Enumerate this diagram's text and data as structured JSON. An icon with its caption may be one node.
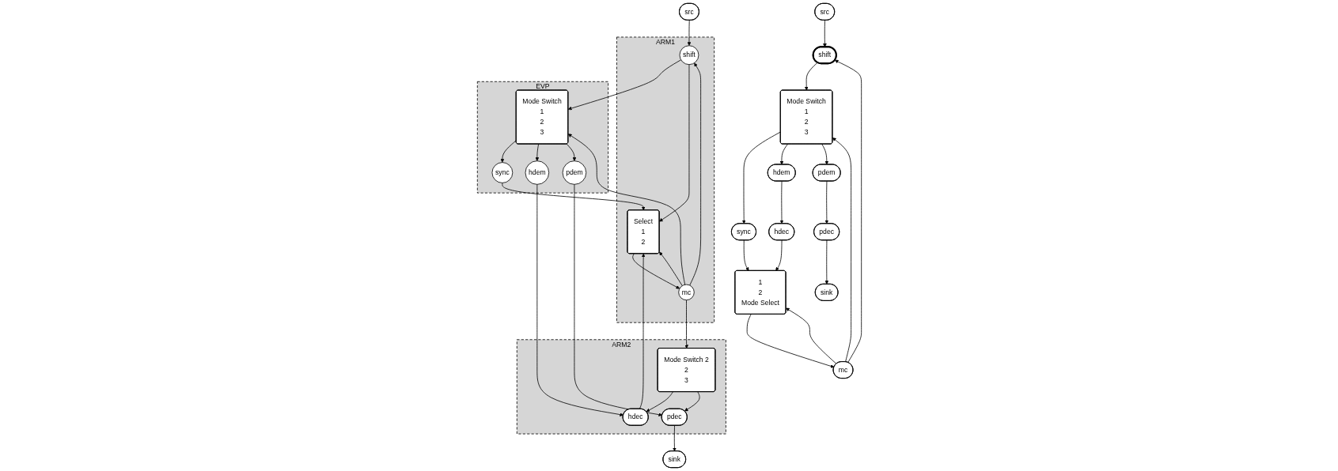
{
  "diagram": {
    "nodes": [
      {
        "text": [
          "shift"
        ]
      },
      {
        "text": [
          "src"
        ]
      },
      {
        "text": [
          "mc"
        ]
      },
      {
        "text": [
          "Mode Switch",
          "1",
          "2",
          "3"
        ]
      },
      {
        "text": [
          "sync"
        ]
      },
      {
        "text": [
          "hdem"
        ]
      },
      {
        "text": [
          "pdem"
        ]
      },
      {
        "text": [
          "hdec"
        ]
      },
      {
        "text": [
          "pdec"
        ]
      },
      {
        "text": [
          "1",
          "2",
          "Mode Select"
        ]
      },
      {
        "text": [
          "sink"
        ]
      },
      {
        "text": [
          "src"
        ]
      },
      {
        "text": [
          "ARM1"
        ]
      },
      {
        "text": [
          "mc"
        ],
        "in": 12
      },
      {
        "text": [
          "shift"
        ],
        "in": 12
      },
      {
        "text": [
          "Select",
          "1",
          "2"
        ],
        "in": 12
      },
      {
        "text": [
          "EVP"
        ]
      },
      {
        "text": [
          "Mode Switch",
          "1",
          "2",
          "3"
        ],
        "in": 16
      },
      {
        "text": [
          "sync"
        ],
        "in": 16
      },
      {
        "text": [
          "hdem"
        ],
        "in": 16
      },
      {
        "text": [
          "pdem"
        ],
        "in": 16
      },
      {
        "text": [
          "ARM2"
        ]
      },
      {
        "text": [
          "Mode Switch 2",
          "2",
          "3"
        ],
        "in": 21
      },
      {
        "text": [
          "hdec"
        ],
        "in": 21
      },
      {
        "text": [
          "pdec"
        ],
        "in": 21
      },
      {
        "text": [
          "sink"
        ]
      }
    ],
    "edges": [
      {
        "from": 1,
        "to": 0,
        "arrow": "to"
      },
      {
        "from": 2,
        "to": 0,
        "arrow": "to"
      },
      {
        "from": 0,
        "to": 3,
        "arrow": "to"
      },
      {
        "from": 2,
        "to": 3,
        "arrow": "to"
      },
      {
        "from": 2,
        "to": 9,
        "arrow": "to"
      },
      {
        "from": 3,
        "to": 4,
        "arrow": "to"
      },
      {
        "from": 3,
        "to": 5,
        "arrow": "to"
      },
      {
        "from": 3,
        "to": 6,
        "arrow": "to"
      },
      {
        "from": 4,
        "to": 9,
        "arrow": "to"
      },
      {
        "from": 5,
        "to": 7,
        "arrow": "to"
      },
      {
        "from": 7,
        "to": 9,
        "arrow": "to"
      },
      {
        "from": 6,
        "to": 8,
        "arrow": "to"
      },
      {
        "from": 8,
        "to": 10,
        "arrow": "to"
      },
      {
        "from": 9,
        "to": 2,
        "arrow": "to"
      },
      {
        "from": 11,
        "to": 14,
        "arrow": "to"
      },
      {
        "from": 13,
        "to": 14,
        "arrow": "to"
      },
      {
        "from": 13,
        "to": 17,
        "arrow": "to"
      },
      {
        "from": 13,
        "to": 22,
        "arrow": "to"
      },
      {
        "from": 13,
        "to": 15,
        "arrow": "to"
      },
      {
        "from": 14,
        "to": 17,
        "arrow": "to"
      },
      {
        "from": 14,
        "to": 15,
        "arrow": "to"
      },
      {
        "from": 15,
        "to": 13,
        "arrow": "to"
      },
      {
        "from": 17,
        "to": 18,
        "arrow": "to"
      },
      {
        "from": 17,
        "to": 19,
        "arrow": "to"
      },
      {
        "from": 17,
        "to": 20,
        "arrow": "to"
      },
      {
        "from": 18,
        "to": 15,
        "arrow": "to"
      },
      {
        "from": 19,
        "to": 23,
        "arrow": "to"
      },
      {
        "from": 20,
        "to": 24,
        "arrow": "to"
      },
      {
        "from": 22,
        "to": 23,
        "arrow": "to"
      },
      {
        "from": 22,
        "to": 24,
        "arrow": "to"
      },
      {
        "from": 23,
        "to": 15,
        "arrow": "to"
      },
      {
        "from": 24,
        "to": 25,
        "arrow": "to"
      }
    ]
  }
}
